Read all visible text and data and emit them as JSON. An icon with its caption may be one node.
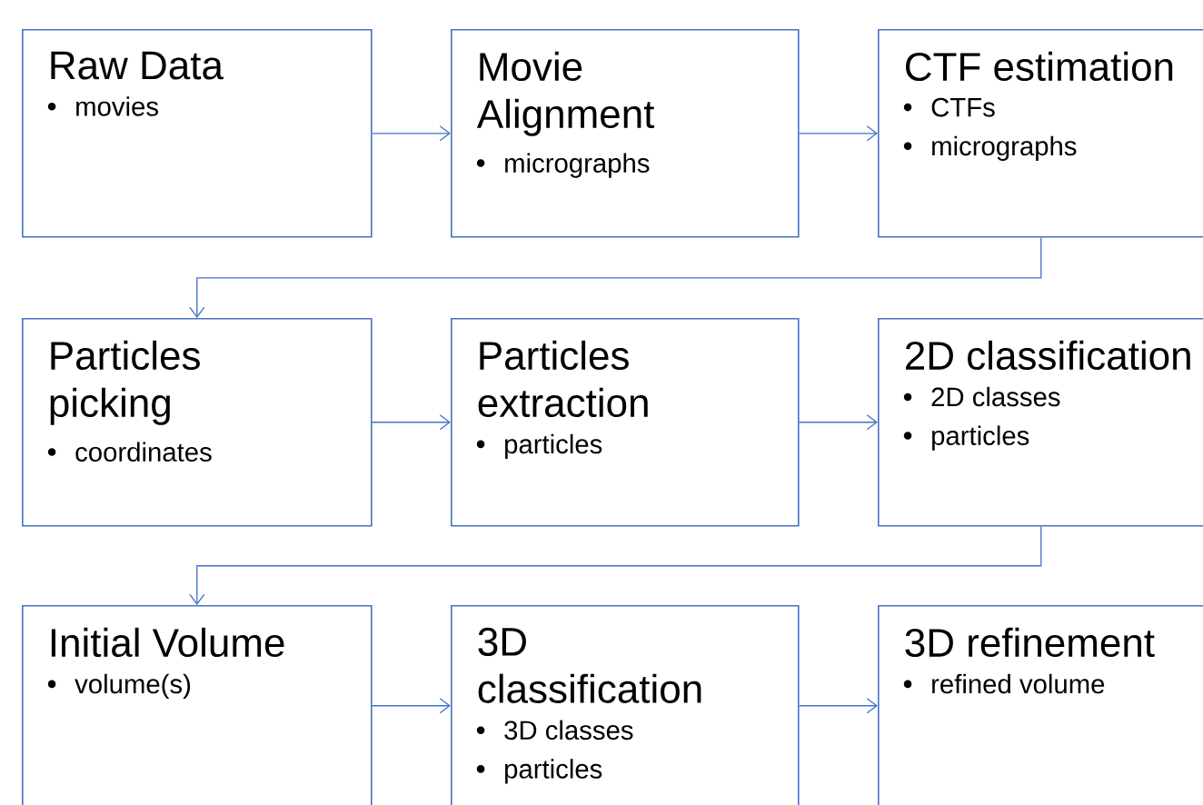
{
  "diagram": {
    "nodes": [
      {
        "text": [
          "Raw Data",
          "movies"
        ]
      },
      {
        "text": [
          "Movie Alignment",
          "micrographs"
        ]
      },
      {
        "text": [
          "CTF estimation",
          "CTFs",
          "micrographs"
        ]
      },
      {
        "text": [
          "Particles picking",
          "coordinates"
        ]
      },
      {
        "text": [
          "Particles extraction",
          "particles"
        ]
      },
      {
        "text": [
          "2D classification",
          "2D classes",
          "particles"
        ]
      },
      {
        "text": [
          "Initial Volume",
          "volume(s)"
        ]
      },
      {
        "text": [
          "3D classification",
          "3D classes",
          "particles"
        ]
      },
      {
        "text": [
          "3D refinement",
          "refined volume"
        ]
      }
    ],
    "edges": [
      {
        "from": 0,
        "to": 1,
        "arrow": "to"
      },
      {
        "from": 1,
        "to": 2,
        "arrow": "to"
      },
      {
        "from": 2,
        "to": 3,
        "arrow": "to"
      },
      {
        "from": 3,
        "to": 4,
        "arrow": "to"
      },
      {
        "from": 4,
        "to": 5,
        "arrow": "to"
      },
      {
        "from": 5,
        "to": 6,
        "arrow": "to"
      },
      {
        "from": 6,
        "to": 7,
        "arrow": "to"
      },
      {
        "from": 7,
        "to": 8,
        "arrow": "to"
      }
    ]
  }
}
